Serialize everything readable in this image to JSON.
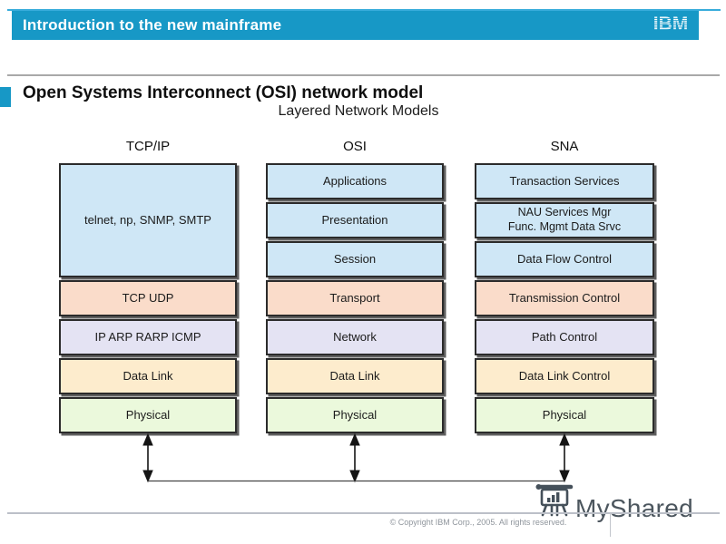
{
  "header": {
    "bar_title": "Introduction to the new mainframe",
    "logo_text": "IBM"
  },
  "slide": {
    "title": "Open Systems Interconnect (OSI) network model",
    "subtitle": "Layered Network Models"
  },
  "diagram": {
    "columns": [
      {
        "title": "TCP/IP",
        "layers": [
          {
            "label": "telnet, np, SNMP, SMTP",
            "color": "blue",
            "span": 3
          },
          {
            "label": "TCP UDP",
            "color": "salmon"
          },
          {
            "label": "IP ARP RARP ICMP",
            "color": "lavender"
          },
          {
            "label": "Data Link",
            "color": "cream"
          },
          {
            "label": "Physical",
            "color": "green"
          }
        ]
      },
      {
        "title": "OSI",
        "layers": [
          {
            "label": "Applications",
            "color": "blue"
          },
          {
            "label": "Presentation",
            "color": "blue"
          },
          {
            "label": "Session",
            "color": "blue"
          },
          {
            "label": "Transport",
            "color": "salmon"
          },
          {
            "label": "Network",
            "color": "lavender"
          },
          {
            "label": "Data Link",
            "color": "cream"
          },
          {
            "label": "Physical",
            "color": "green"
          }
        ]
      },
      {
        "title": "SNA",
        "layers": [
          {
            "label": "Transaction Services",
            "color": "blue"
          },
          {
            "label_lines": [
              "NAU Services Mgr",
              "Func. Mgmt Data Srvc"
            ],
            "color": "blue"
          },
          {
            "label": "Data Flow Control",
            "color": "blue"
          },
          {
            "label": "Transmission Control",
            "color": "salmon"
          },
          {
            "label": "Path Control",
            "color": "lavender"
          },
          {
            "label": "Data Link Control",
            "color": "cream"
          },
          {
            "label": "Physical",
            "color": "green"
          }
        ]
      }
    ],
    "colors": {
      "blue": "#cfe7f6",
      "salmon": "#fadcca",
      "lavender": "#e4e3f3",
      "cream": "#fdeccd",
      "green": "#ebf9dc",
      "border": "#2b2b2b",
      "shadow": "#5f5f5f"
    }
  },
  "watermark": {
    "brand": "MyShared"
  },
  "footer": {
    "copyright": "© Copyright IBM Corp., 2005. All rights reserved."
  },
  "theme": {
    "header_teal": "#1798c6",
    "accent_cyan": "#38acdb"
  }
}
